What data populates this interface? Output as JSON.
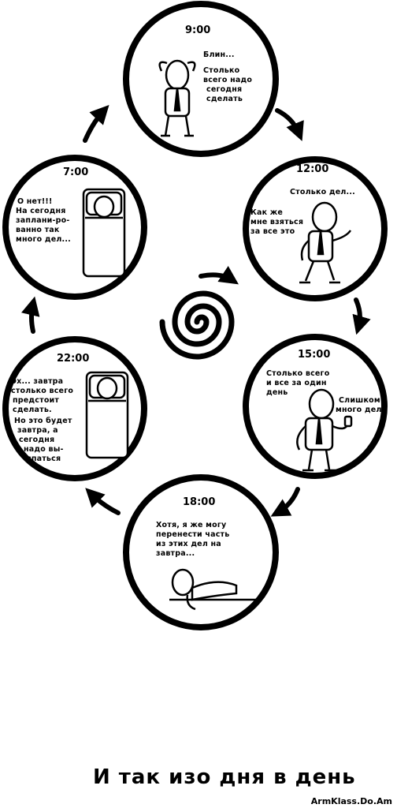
{
  "panels": [
    {
      "time": "9:00",
      "lines": [
        "Блин...",
        "Столько",
        "всего надо",
        "сегодня",
        "сделать"
      ]
    },
    {
      "time": "12:00",
      "lines": [
        "Столько дел...",
        "Как же",
        "мне взяться",
        "за все это"
      ]
    },
    {
      "time": "15:00",
      "lines": [
        "Столько всего",
        "и все за один",
        "день",
        "Слишком",
        "много дел"
      ]
    },
    {
      "time": "18:00",
      "lines": [
        "Хотя, я же могу",
        "перенести часть",
        "из этих дел на",
        "завтра..."
      ]
    },
    {
      "time": "22:00",
      "lines": [
        "Эх... завтра",
        "столько всего",
        "предстоит",
        "сделать.",
        "Но это будет",
        "завтра, а",
        "сегодня",
        "надо вы-",
        "спаться"
      ]
    },
    {
      "time": "7:00",
      "lines": [
        "О нет!!!",
        "На сегодня",
        "заплани-ро-",
        "ванно так",
        "много дел..."
      ]
    }
  ],
  "caption": "И так изо дня в день",
  "watermark": "ArmKlass.Do.Am",
  "colors": {
    "ink": "#000000",
    "paper": "#ffffff"
  }
}
